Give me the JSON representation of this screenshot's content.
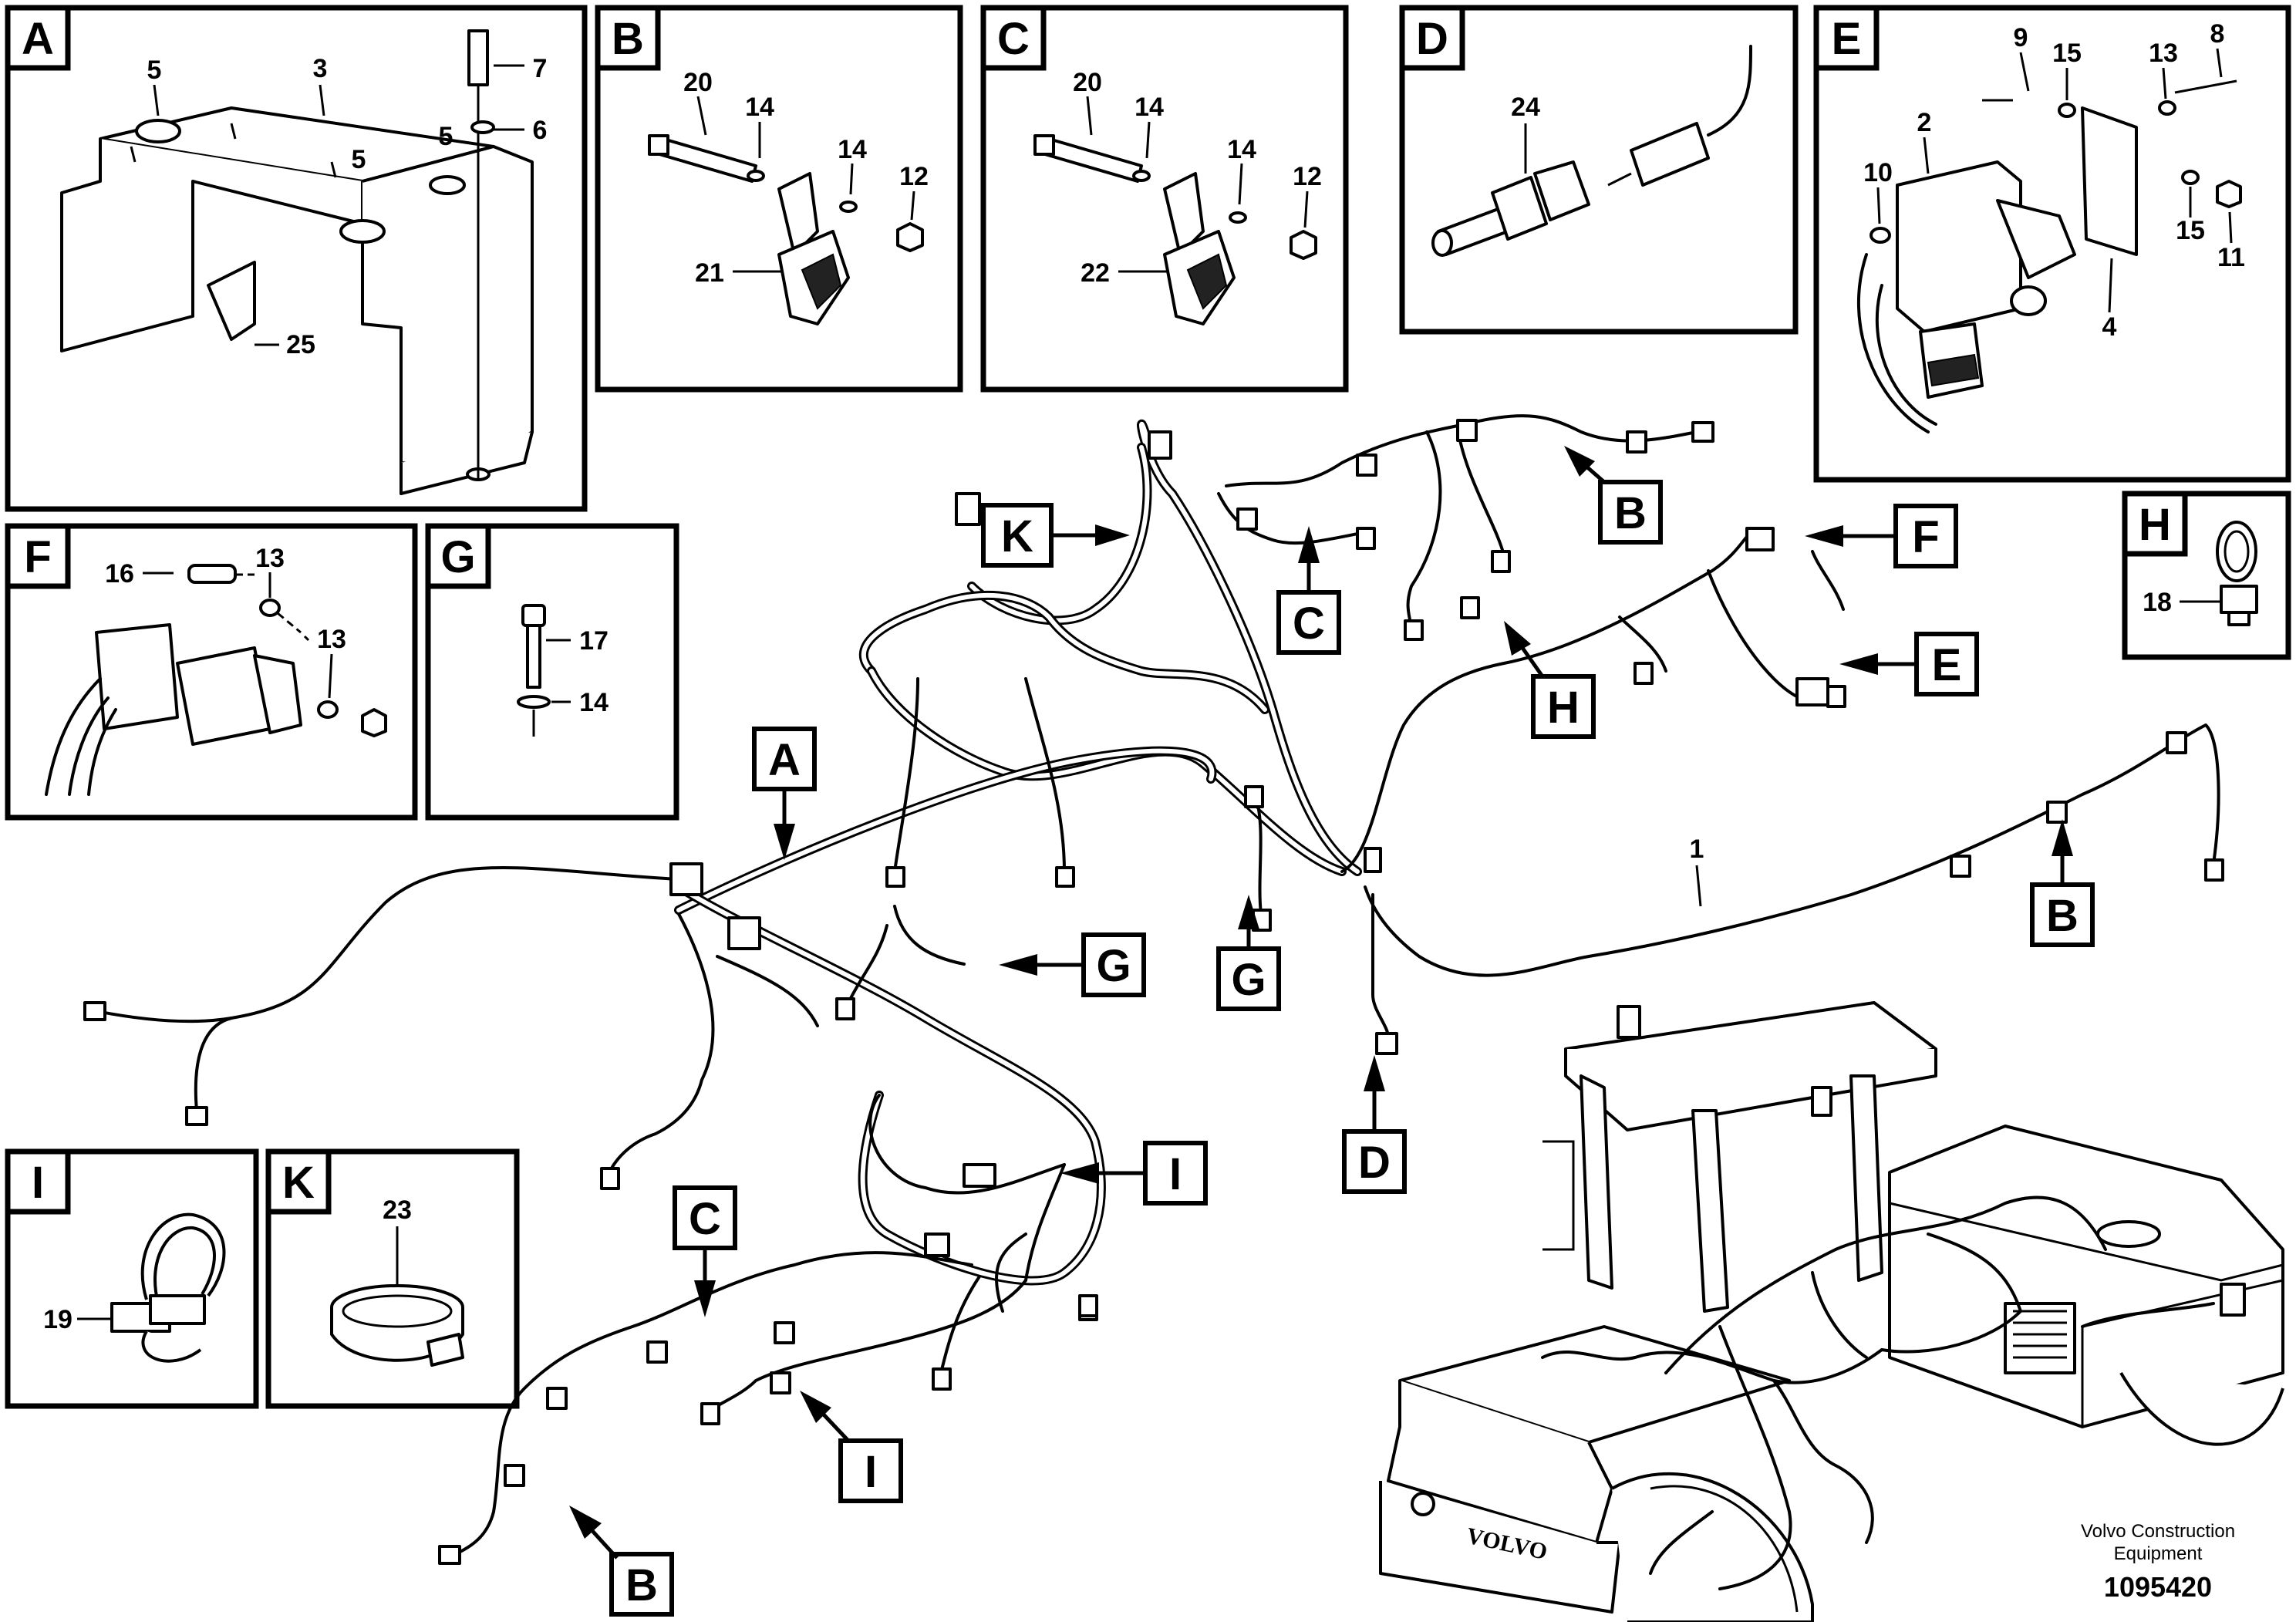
{
  "panels": {
    "A": {
      "letter": "A",
      "parts": [
        "5",
        "3",
        "7",
        "5",
        "6",
        "5",
        "25"
      ]
    },
    "B": {
      "letter": "B",
      "parts": [
        "20",
        "14",
        "14",
        "12",
        "21"
      ]
    },
    "C": {
      "letter": "C",
      "parts": [
        "20",
        "14",
        "14",
        "12",
        "22"
      ]
    },
    "D": {
      "letter": "D",
      "parts": [
        "24"
      ]
    },
    "E": {
      "letter": "E",
      "parts": [
        "9",
        "15",
        "13",
        "8",
        "2",
        "10",
        "15",
        "11",
        "4"
      ]
    },
    "F": {
      "letter": "F",
      "parts": [
        "16",
        "13",
        "13"
      ]
    },
    "G": {
      "letter": "G",
      "parts": [
        "17",
        "14"
      ]
    },
    "H": {
      "letter": "H",
      "parts": [
        "18"
      ]
    },
    "I": {
      "letter": "I",
      "parts": [
        "19"
      ]
    },
    "K": {
      "letter": "K",
      "parts": [
        "23"
      ]
    }
  },
  "callouts": [
    "K",
    "C",
    "B",
    "F",
    "E",
    "H",
    "A",
    "G",
    "G",
    "B",
    "D",
    "I",
    "C",
    "I",
    "B"
  ],
  "main_part": "1",
  "footer": {
    "line1": "Volvo Construction",
    "line2": "Equipment",
    "doc_number": "1095420"
  }
}
